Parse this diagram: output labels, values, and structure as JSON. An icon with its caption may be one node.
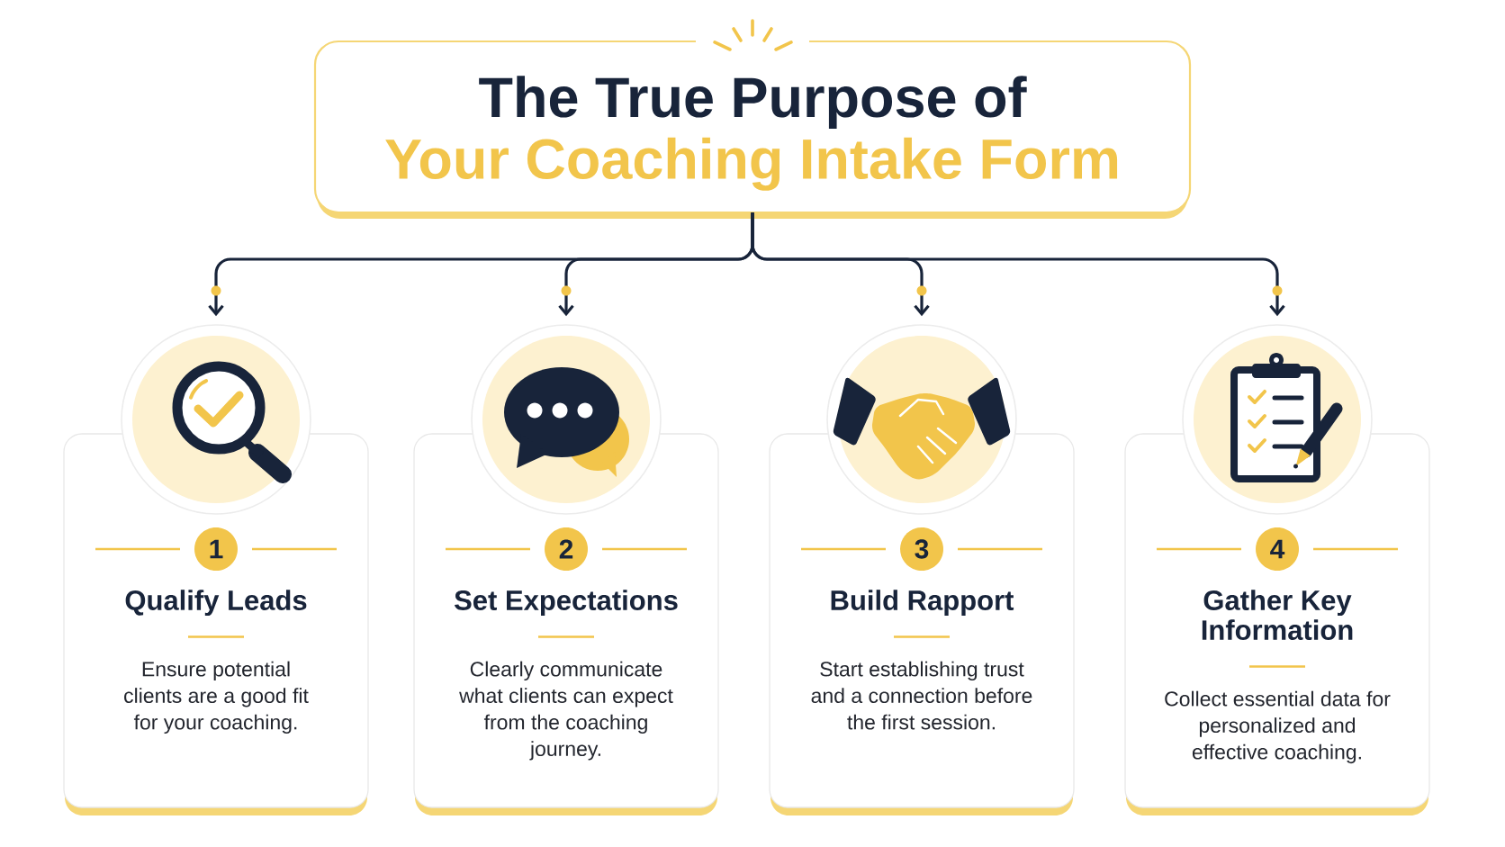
{
  "diagram": {
    "nodes": [
      {
        "text": [
          "The True Purpose of",
          "Your Coaching Intake Form"
        ]
      },
      {
        "text": [],
        "shape": "circle"
      },
      {
        "text": [
          "Qualify Leads",
          "Ensure potential clients are a good fit for your coaching."
        ]
      },
      {
        "text": [
          "1"
        ],
        "in": 2
      },
      {
        "text": [],
        "shape": "circle"
      },
      {
        "text": [
          "Set Expectations",
          "Clearly communicate what clients can expect from the coaching journey."
        ]
      },
      {
        "text": [
          "2"
        ],
        "in": 5
      },
      {
        "text": [],
        "shape": "circle"
      },
      {
        "text": [
          "Build Rapport",
          "Start establishing trust and a connection before the first session."
        ]
      },
      {
        "text": [
          "3"
        ],
        "in": 8
      },
      {
        "text": [],
        "shape": "circle"
      },
      {
        "text": [
          "Gather Key Information",
          "Collect essential data for personalized and effective coaching."
        ]
      },
      {
        "text": [
          "4"
        ],
        "in": 11
      }
    ],
    "edges": [
      {
        "from": 0,
        "to": 1,
        "arrow": "to"
      },
      {
        "from": 0,
        "to": 4,
        "arrow": "to"
      },
      {
        "from": 0,
        "to": 7,
        "arrow": "to"
      },
      {
        "from": 0,
        "to": 10,
        "arrow": "to"
      }
    ]
  }
}
